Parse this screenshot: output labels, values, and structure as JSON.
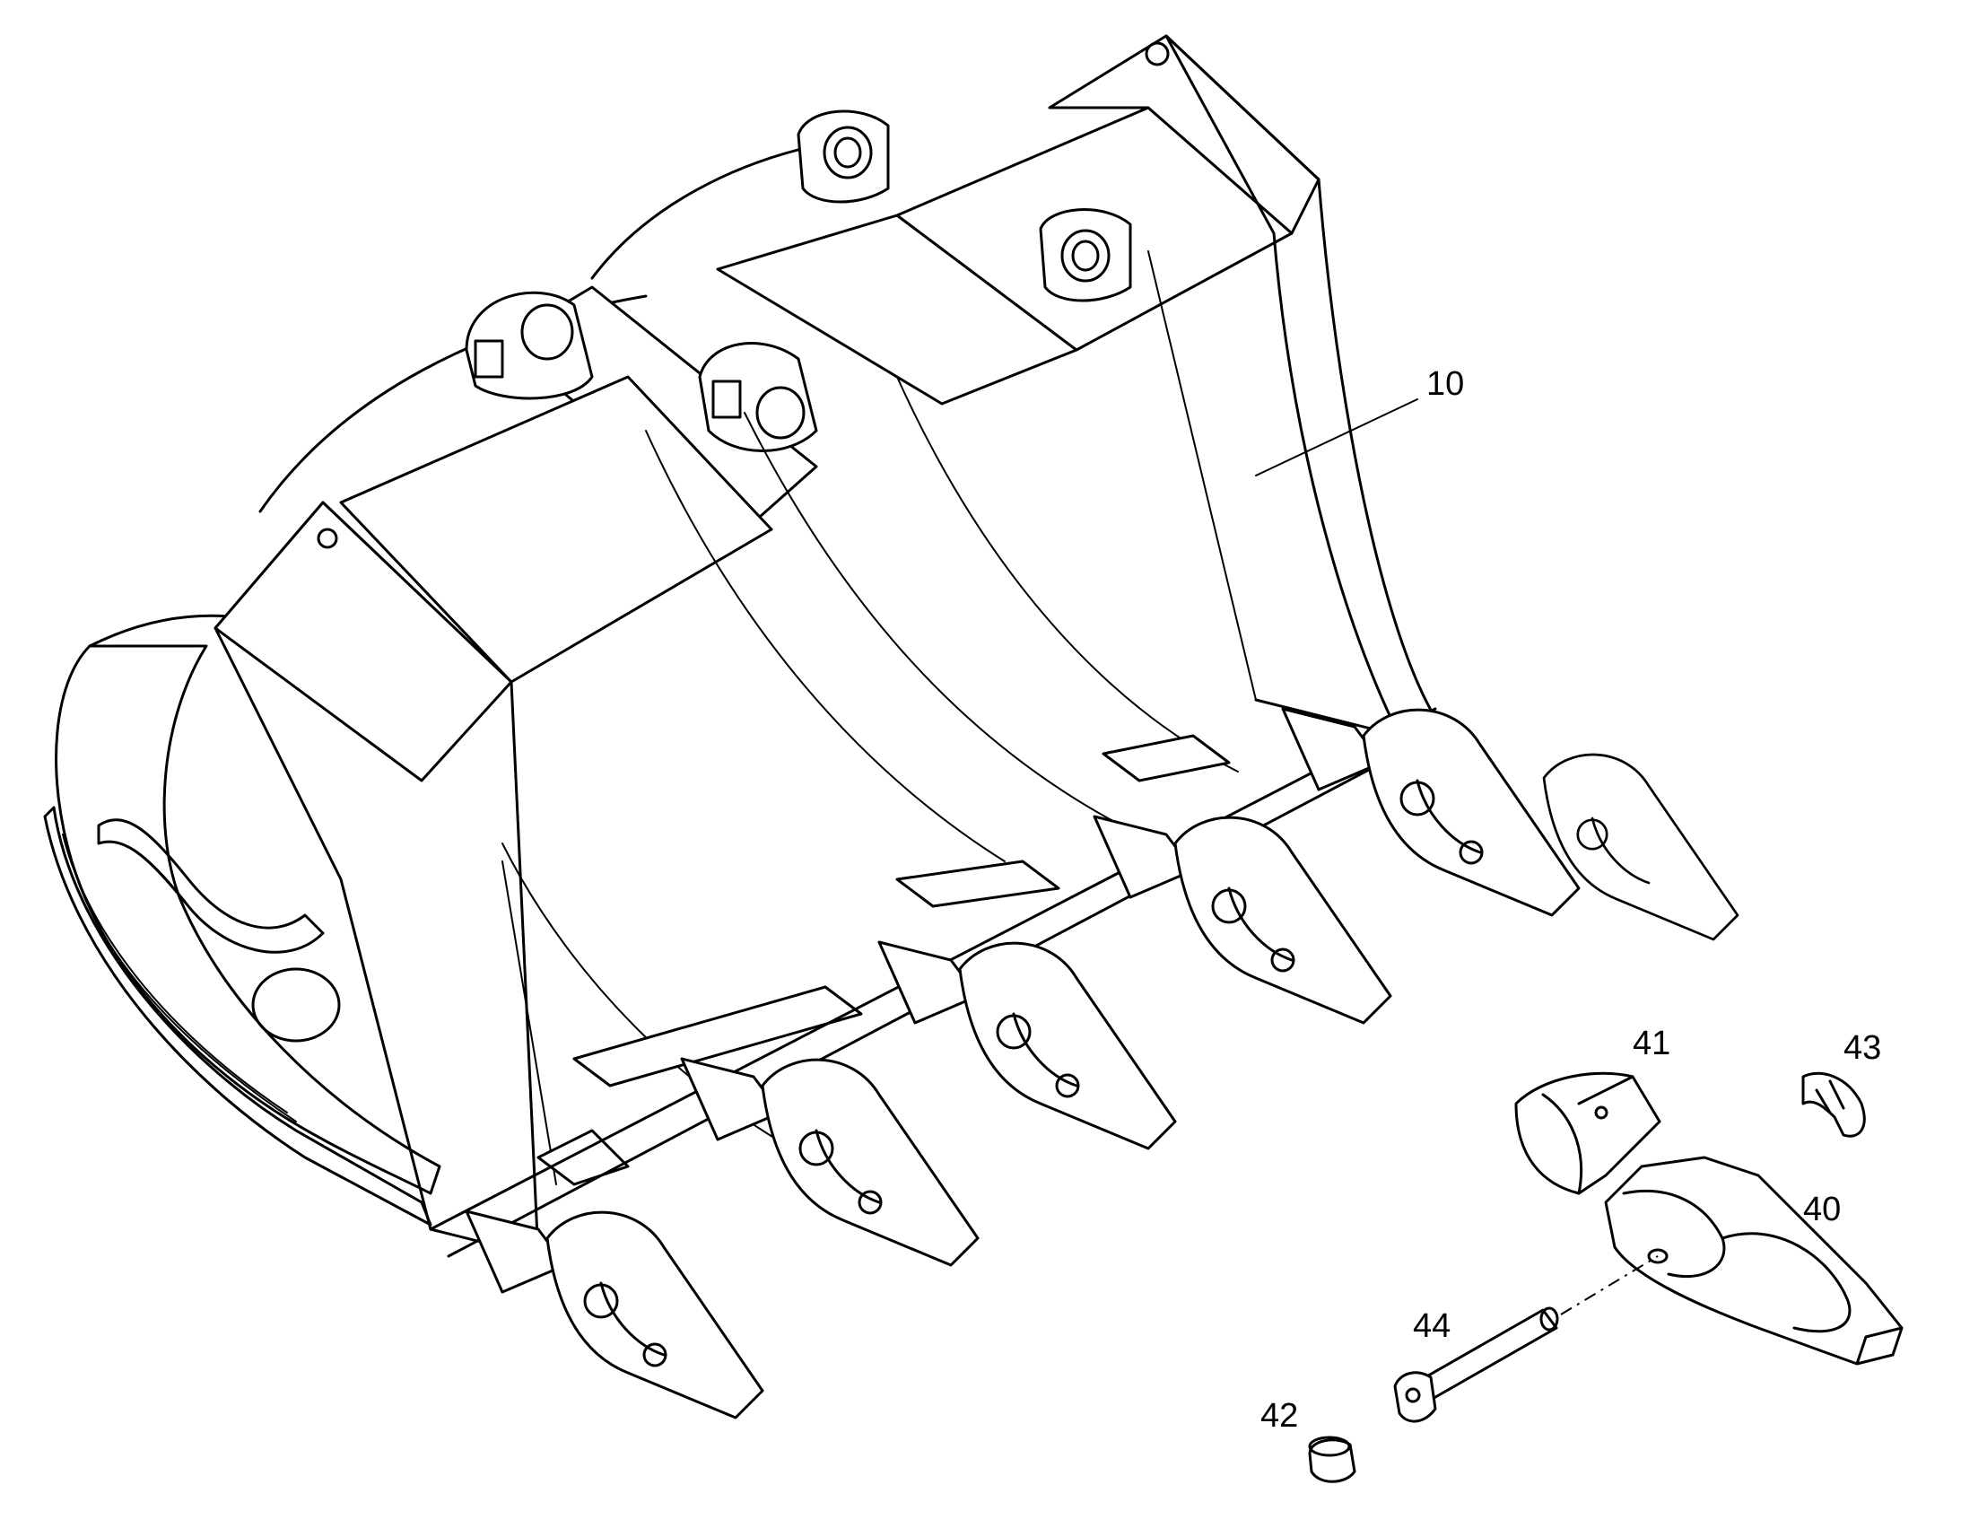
{
  "callouts": {
    "c10": "10",
    "c40": "40",
    "c41": "41",
    "c42": "42",
    "c43": "43",
    "c44": "44"
  },
  "colors": {
    "line": "#000000",
    "background": "#ffffff"
  }
}
